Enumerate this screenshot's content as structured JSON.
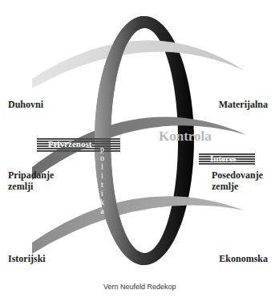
{
  "diagram": {
    "caption": "Vern Neufeld Redekop",
    "labels": [
      "Duhovni",
      "Materijalna",
      "Privrženost",
      "Kontrola",
      "Interes",
      "Pripadanje zemlji",
      "Posedovanje zemlje",
      "politika",
      "Istorijski",
      "Ekonomska"
    ]
  }
}
